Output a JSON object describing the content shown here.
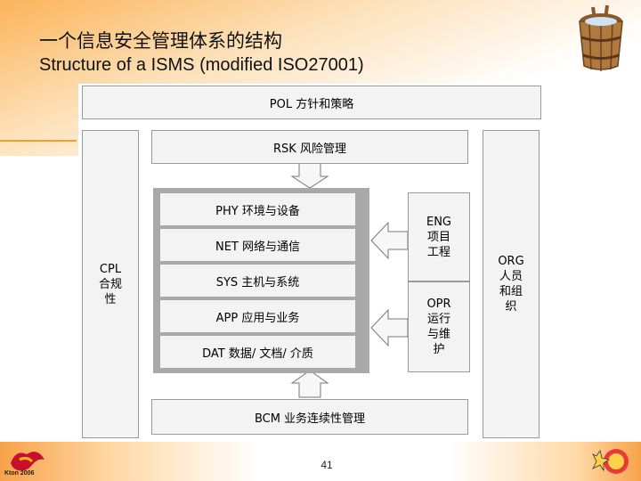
{
  "title": {
    "cn": "一个信息安全管理体系的结构",
    "en": "Structure of a ISMS (modified ISO27001)"
  },
  "diagram": {
    "pol": "POL 方针和策略",
    "rsk": "RSK 风险管理",
    "bcm": "BCM 业务连续性管理",
    "cpl": [
      "CPL",
      "合规",
      "性"
    ],
    "org": [
      "ORG",
      "人员",
      "和组",
      "织"
    ],
    "eng": [
      "ENG",
      "项目",
      "工程"
    ],
    "opr": [
      "OPR",
      "运行",
      "与维",
      "护"
    ],
    "layers": [
      "PHY 环境与设备",
      "NET 网络与通信",
      "SYS 主机与系统",
      "APP 应用与业务",
      "DAT 数据/ 文档/ 介质"
    ]
  },
  "footer": {
    "page_number": "41",
    "logo_text": "Kton 2006"
  },
  "colors": {
    "accent": "#f7a24a",
    "box_fill": "#f3f3f3",
    "box_border": "#9a9a9a",
    "stack_fill": "#a9a9a9"
  }
}
